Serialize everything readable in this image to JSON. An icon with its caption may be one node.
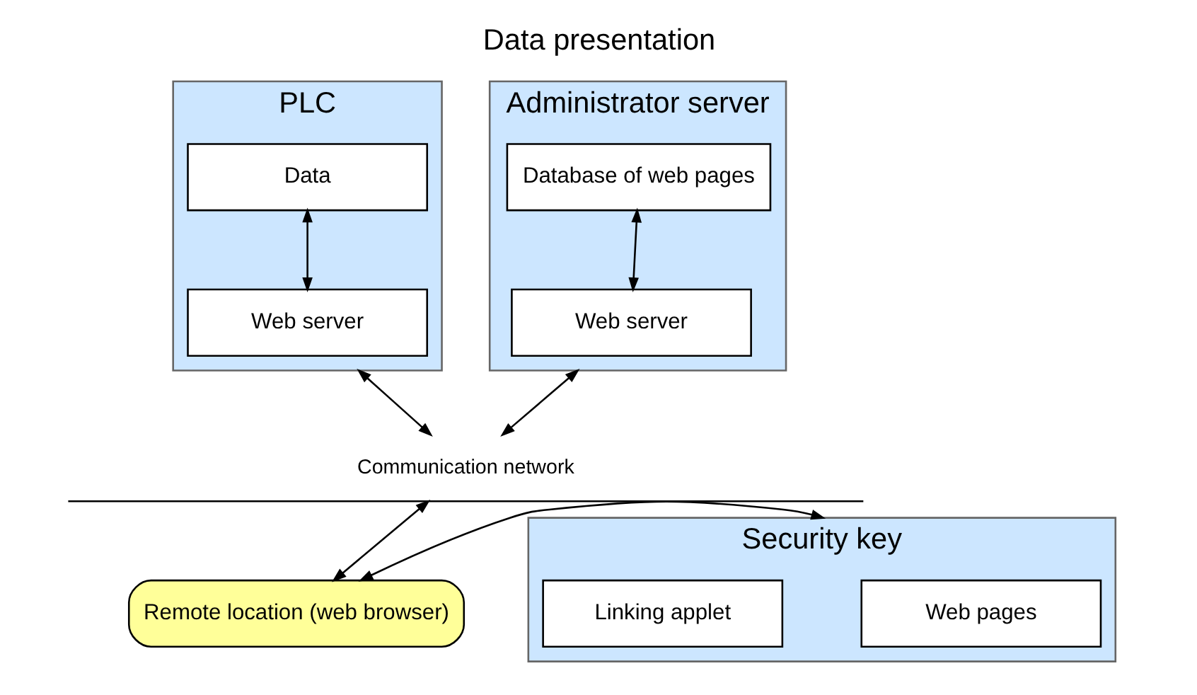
{
  "diagram": {
    "title": "Data presentation",
    "nodes": [
      {
        "text": [
          "PLC"
        ]
      },
      {
        "text": [
          "Data"
        ],
        "in": 0
      },
      {
        "text": [
          "Web server"
        ],
        "in": 0
      },
      {
        "text": [
          "Administrator server"
        ]
      },
      {
        "text": [
          "Database of web pages"
        ],
        "in": 3
      },
      {
        "text": [
          "Web server"
        ],
        "in": 3
      },
      {
        "text": [
          "Communication network"
        ]
      },
      {
        "text": [
          "Remote location (web browser)"
        ]
      },
      {
        "text": [
          "Security key"
        ]
      },
      {
        "text": [
          "Web pages"
        ],
        "in": 8
      },
      {
        "text": [
          "Linking applet"
        ],
        "in": 8
      }
    ],
    "edges": [
      {
        "from": 1,
        "to": 2,
        "arrow": "both"
      },
      {
        "from": 4,
        "to": 5,
        "arrow": "both"
      },
      {
        "from": 0,
        "to": 6,
        "arrow": "both"
      },
      {
        "from": 3,
        "to": 6,
        "arrow": "both"
      },
      {
        "from": 6,
        "to": 7,
        "arrow": "both"
      },
      {
        "from": 7,
        "to": 8,
        "arrow": "both"
      }
    ]
  }
}
